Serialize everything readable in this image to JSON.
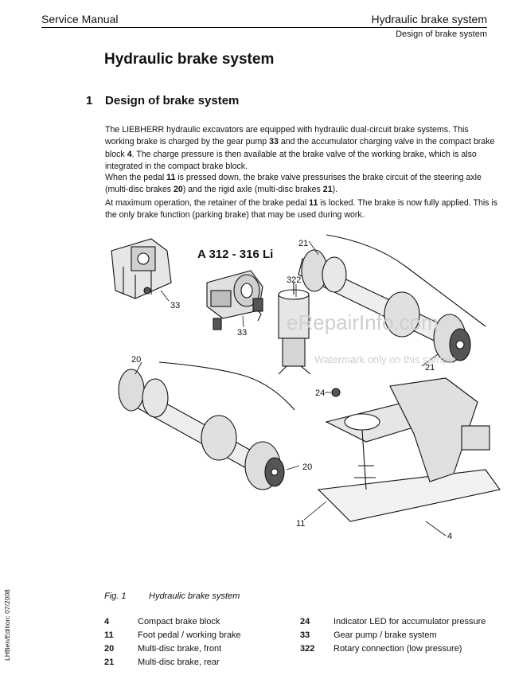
{
  "header": {
    "left": "Service Manual",
    "right": "Hydraulic brake system",
    "sub": "Design of brake system"
  },
  "title": "Hydraulic brake system",
  "section": {
    "number": "1",
    "title": "Design of brake system"
  },
  "paragraphs": [
    {
      "pre": "The LIEBHERR hydraulic excavators are equipped with hydraulic dual-circuit brake systems. This working brake is charged by the gear pump ",
      "b1": "33",
      "mid": " and the accumulator charging valve in the compact brake block ",
      "b2": "4",
      "post": ". The charge pressure is then available at the brake valve of the working brake, which is also integrated in the compact brake block."
    },
    {
      "pre": "When the pedal ",
      "b1": "11",
      "mid1": " is pressed down, the brake valve pressurises the brake circuit of the steering axle (multi-disc brakes ",
      "b2": "20",
      "mid2": ") and the rigid axle (multi-disc brakes ",
      "b3": "21",
      "post": ")."
    },
    {
      "pre": "At maximum operation, the retainer of the brake pedal ",
      "b1": "11",
      "post": " is locked. The brake is now fully applied. This is the only brake function (parking brake) that may be used during work."
    }
  ],
  "figure": {
    "model": "A 312 - 316 Li",
    "callouts": [
      "21",
      "322",
      "33",
      "33",
      "20",
      "21",
      "24",
      "20",
      "11",
      "4"
    ]
  },
  "watermark": {
    "main": "eRepairInfo.com",
    "sub": "Watermark only on this sample"
  },
  "sidebar": "LHBen/Edition: 07/2008",
  "caption": {
    "label": "Fig. 1",
    "text": "Hydraulic brake system"
  },
  "legend": [
    {
      "num": "4",
      "text": "Compact brake block"
    },
    {
      "num": "11",
      "text": "Foot pedal / working brake"
    },
    {
      "num": "20",
      "text": "Multi-disc brake, front"
    },
    {
      "num": "21",
      "text": "Multi-disc brake, rear"
    },
    {
      "num": "24",
      "text": "Indicator LED for accumulator pressure"
    },
    {
      "num": "33",
      "text": "Gear pump / brake system"
    },
    {
      "num": "322",
      "text": "Rotary connection (low pressure)"
    }
  ]
}
